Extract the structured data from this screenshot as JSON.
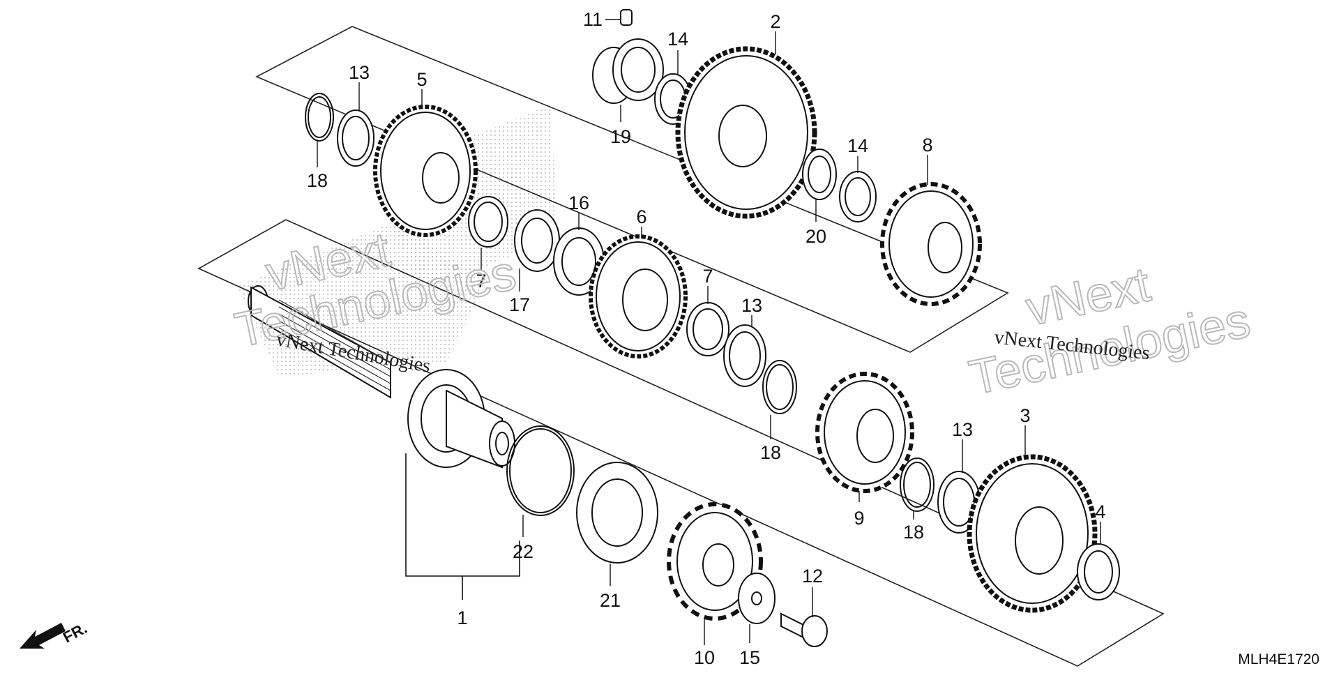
{
  "diagram": {
    "code": "MLH4E1720",
    "direction_label": "FR.",
    "watermarks": {
      "line1": "vNext",
      "line2": "Technologies",
      "caption": "vNext Technologies"
    },
    "parts": [
      {
        "id": "p1",
        "label": "1"
      },
      {
        "id": "p2",
        "label": "2"
      },
      {
        "id": "p3",
        "label": "3"
      },
      {
        "id": "p4",
        "label": "4"
      },
      {
        "id": "p5",
        "label": "5"
      },
      {
        "id": "p6",
        "label": "6"
      },
      {
        "id": "p7a",
        "label": "7"
      },
      {
        "id": "p7b",
        "label": "7"
      },
      {
        "id": "p8",
        "label": "8"
      },
      {
        "id": "p9",
        "label": "9"
      },
      {
        "id": "p10",
        "label": "10"
      },
      {
        "id": "p11",
        "label": "11"
      },
      {
        "id": "p12",
        "label": "12"
      },
      {
        "id": "p13a",
        "label": "13"
      },
      {
        "id": "p13b",
        "label": "13"
      },
      {
        "id": "p13c",
        "label": "13"
      },
      {
        "id": "p14a",
        "label": "14"
      },
      {
        "id": "p14b",
        "label": "14"
      },
      {
        "id": "p15",
        "label": "15"
      },
      {
        "id": "p16",
        "label": "16"
      },
      {
        "id": "p17",
        "label": "17"
      },
      {
        "id": "p18a",
        "label": "18"
      },
      {
        "id": "p18b",
        "label": "18"
      },
      {
        "id": "p18c",
        "label": "18"
      },
      {
        "id": "p19",
        "label": "19"
      },
      {
        "id": "p20",
        "label": "20"
      },
      {
        "id": "p21",
        "label": "21"
      },
      {
        "id": "p22",
        "label": "22"
      }
    ]
  }
}
